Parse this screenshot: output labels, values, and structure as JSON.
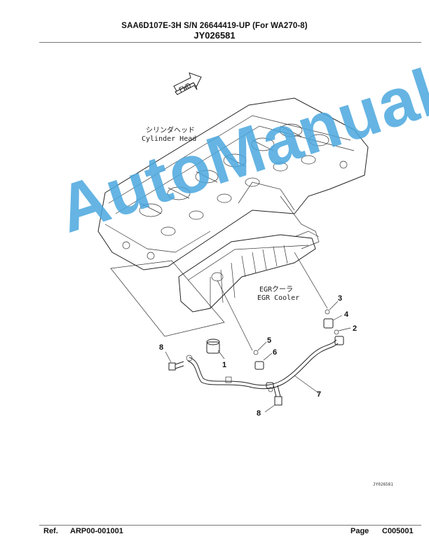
{
  "header": {
    "line1": "SAA6D107E-3H S/N 26644419-UP (For WA270-8)",
    "line2": "JY026581"
  },
  "diagram": {
    "fwd_label": "FWD",
    "cylinder_head_jp": "シリンダヘッド",
    "cylinder_head_en": "Cylinder Head",
    "egr_cooler_jp": "EGRクーラ",
    "egr_cooler_en": "EGR Cooler",
    "callouts": [
      "1",
      "2",
      "3",
      "4",
      "5",
      "6",
      "7",
      "8",
      "8"
    ],
    "drawing_code": "JY026581"
  },
  "watermark": "AutoManual",
  "footer": {
    "ref_label": "Ref.",
    "ref_value": "ARP00-001001",
    "page_label": "Page",
    "page_value": "C005001"
  }
}
